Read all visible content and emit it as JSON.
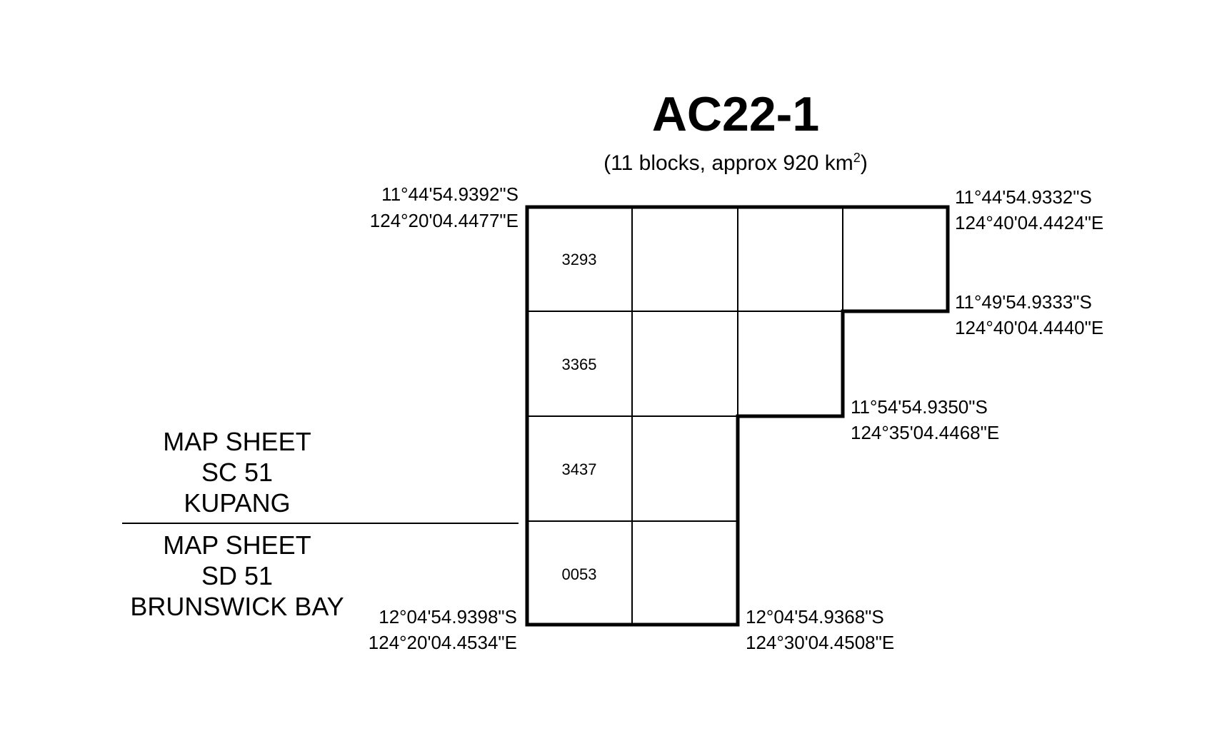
{
  "title": "AC22-1",
  "subtitle": {
    "prefix": "(11 blocks, approx 920 km",
    "superscript": "2",
    "suffix": ")"
  },
  "corners": {
    "top_left": {
      "lat": "11°44'54.9392\"S",
      "lon": "124°20'04.4477\"E"
    },
    "top_right": {
      "lat": "11°44'54.9332\"S",
      "lon": "124°40'04.4424\"E"
    },
    "step_1": {
      "lat": "11°49'54.9333\"S",
      "lon": "124°40'04.4440\"E"
    },
    "step_2": {
      "lat": "11°54'54.9350\"S",
      "lon": "124°35'04.4468\"E"
    },
    "bottom_left": {
      "lat": "12°04'54.9398\"S",
      "lon": "124°20'04.4534\"E"
    },
    "bottom_right": {
      "lat": "12°04'54.9368\"S",
      "lon": "124°30'04.4508\"E"
    }
  },
  "block_rows": [
    {
      "label": "3293",
      "count": 4
    },
    {
      "label": "3365",
      "count": 3
    },
    {
      "label": "3437",
      "count": 2
    },
    {
      "label": "0053",
      "count": 2
    }
  ],
  "map_sheets": {
    "upper": [
      "MAP SHEET",
      "SC 51",
      "KUPANG"
    ],
    "lower": [
      "MAP SHEET",
      "SD 51",
      "BRUNSWICK BAY"
    ]
  },
  "colors": {
    "line": "#000000",
    "background": "#ffffff"
  }
}
